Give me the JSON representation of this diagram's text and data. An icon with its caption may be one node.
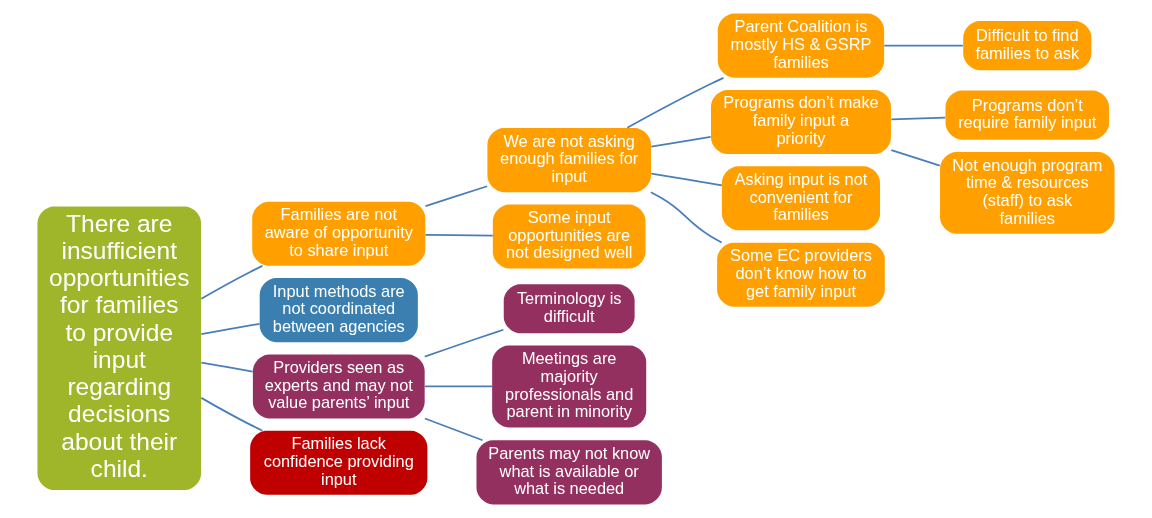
{
  "diagram": {
    "nodes": [
      {
        "text": [
          "There are insufficient opportunities for families to provide input regarding decisions about their child."
        ]
      },
      {
        "text": [
          "Families are not aware of opportunity to share input"
        ]
      },
      {
        "text": [
          "We are not asking enough families for input"
        ]
      },
      {
        "text": [
          "Some input opportunities are not designed well"
        ]
      },
      {
        "text": [
          "Parent Coalition is mostly HS & GSRP families"
        ]
      },
      {
        "text": [
          "Difficult to find families to ask"
        ]
      },
      {
        "text": [
          "Programs don’t make family input a priority"
        ]
      },
      {
        "text": [
          "Programs don’t require family input"
        ]
      },
      {
        "text": [
          "Not enough program time & resources (staff) to ask families"
        ]
      },
      {
        "text": [
          "Asking input is not convenient for families"
        ]
      },
      {
        "text": [
          "Some EC providers don’t know how to get family input"
        ]
      },
      {
        "text": [
          "Input methods are not coordinated between agencies"
        ]
      },
      {
        "text": [
          "Providers seen as experts and may not value parents’ input"
        ]
      },
      {
        "text": [
          "Terminology is difficult"
        ]
      },
      {
        "text": [
          "Meetings are majority professionals and parent in minority"
        ]
      },
      {
        "text": [
          "Parents may not know what is available or what is needed"
        ]
      },
      {
        "text": [
          "Families lack confidence providing input"
        ]
      }
    ],
    "edges": [
      {
        "from": 0,
        "to": 1,
        "arrow": "none"
      },
      {
        "from": 0,
        "to": 11,
        "arrow": "none"
      },
      {
        "from": 0,
        "to": 12,
        "arrow": "none"
      },
      {
        "from": 0,
        "to": 16,
        "arrow": "none"
      },
      {
        "from": 1,
        "to": 2,
        "arrow": "none"
      },
      {
        "from": 1,
        "to": 3,
        "arrow": "none"
      },
      {
        "from": 2,
        "to": 4,
        "arrow": "none"
      },
      {
        "from": 2,
        "to": 6,
        "arrow": "none"
      },
      {
        "from": 2,
        "to": 9,
        "arrow": "none"
      },
      {
        "from": 2,
        "to": 10,
        "arrow": "none"
      },
      {
        "from": 4,
        "to": 5,
        "arrow": "none"
      },
      {
        "from": 6,
        "to": 7,
        "arrow": "none"
      },
      {
        "from": 6,
        "to": 8,
        "arrow": "none"
      },
      {
        "from": 12,
        "to": 13,
        "arrow": "none"
      },
      {
        "from": 12,
        "to": 14,
        "arrow": "none"
      },
      {
        "from": 12,
        "to": 15,
        "arrow": "none"
      }
    ]
  }
}
